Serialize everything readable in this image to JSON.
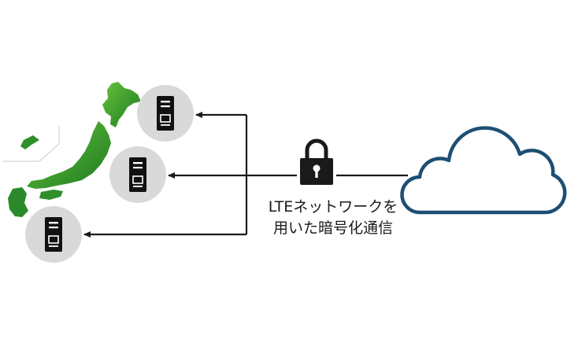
{
  "caption": {
    "line1": "LTEネットワークを",
    "line2": "用いた暗号化通信"
  },
  "icons": {
    "map": "japan-map-icon",
    "device": "terminal-device-icon",
    "lock": "padlock-icon",
    "cloud": "cloud-icon"
  },
  "colors": {
    "map_light": "#5bb531",
    "map_dark": "#1f7a1f",
    "device_circle": "#d9d9d9",
    "device_body": "#111111",
    "cloud_stroke": "#1d4f73",
    "line": "#1a1a1a"
  },
  "device_count": 3
}
